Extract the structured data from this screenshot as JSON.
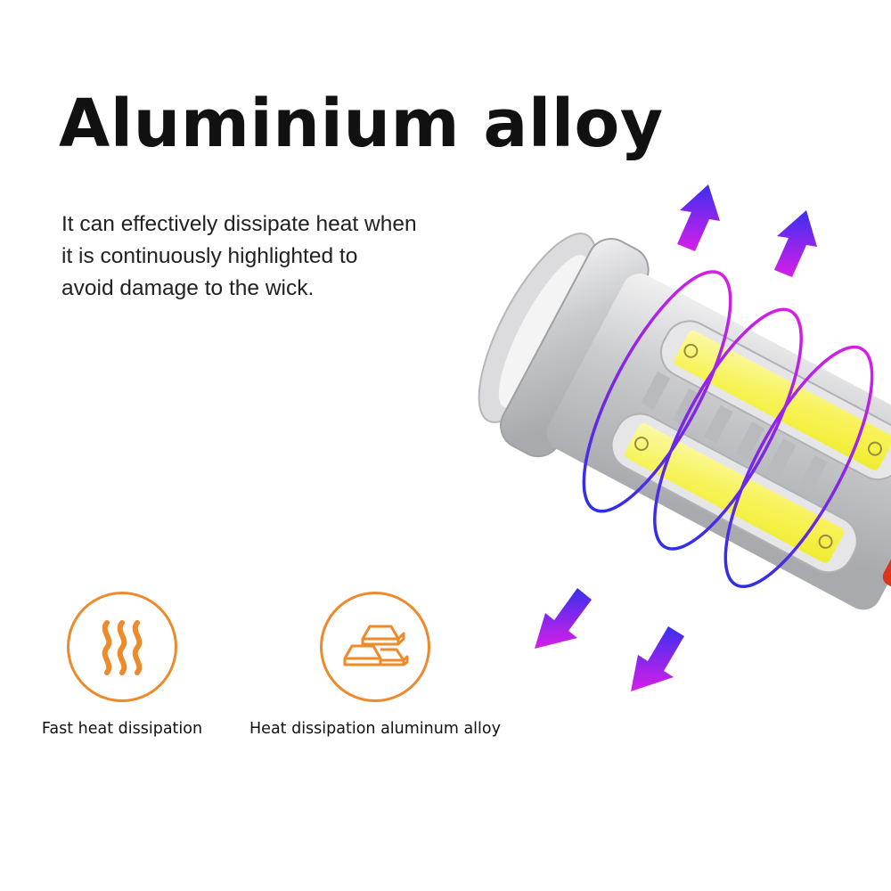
{
  "title": "Aluminium alloy",
  "description": {
    "lines": [
      "It can effectively dissipate heat when",
      "it is continuously highlighted to",
      "avoid damage to the wick."
    ]
  },
  "features": [
    {
      "label": "Fast heat dissipation",
      "icon": "heat-waves-icon"
    },
    {
      "label": "Heat dissipation aluminum alloy",
      "icon": "metal-ingots-icon"
    }
  ],
  "colors": {
    "accent": "#ee8a2a",
    "heat_arrow_top": "#d81ee8",
    "heat_arrow_bottom": "#2d2fe6",
    "led_yellow": "#f7f35a",
    "housing_silver": "#c7c8ca",
    "base_red": "#d8371c"
  }
}
